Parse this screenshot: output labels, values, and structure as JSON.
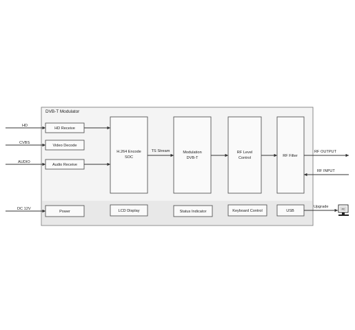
{
  "diagram": {
    "title": "DVB-T Modulator",
    "inputs": {
      "hd": "HD",
      "cvbs": "CVBS",
      "audio": "AUDIO",
      "dc": "DC 12V"
    },
    "outputs": {
      "rf_output": "RF OUTPUT",
      "rf_input": "RF INPUT",
      "upgrade": "Upgrade",
      "pc": "PC"
    },
    "stream_label": "TS Stream",
    "blocks": {
      "hd_receive": "HD Receive",
      "video_decode": "Video Decode",
      "audio_receive": "Audio Receive",
      "encoder": [
        "H.264 Encode",
        "SOC"
      ],
      "modulation": [
        "Modulation",
        "DVB-T"
      ],
      "rf_level": [
        "RF Level",
        "Control"
      ],
      "rf_filter": "RF Filter",
      "power": "Power",
      "lcd": "LCD Display",
      "status": "Status Indicator",
      "keyboard": "Keyboard Control",
      "usb": "USB"
    },
    "colors": {
      "frame": "#f4f4f4",
      "line": "#333333",
      "block_fill": "#fafafa"
    }
  }
}
